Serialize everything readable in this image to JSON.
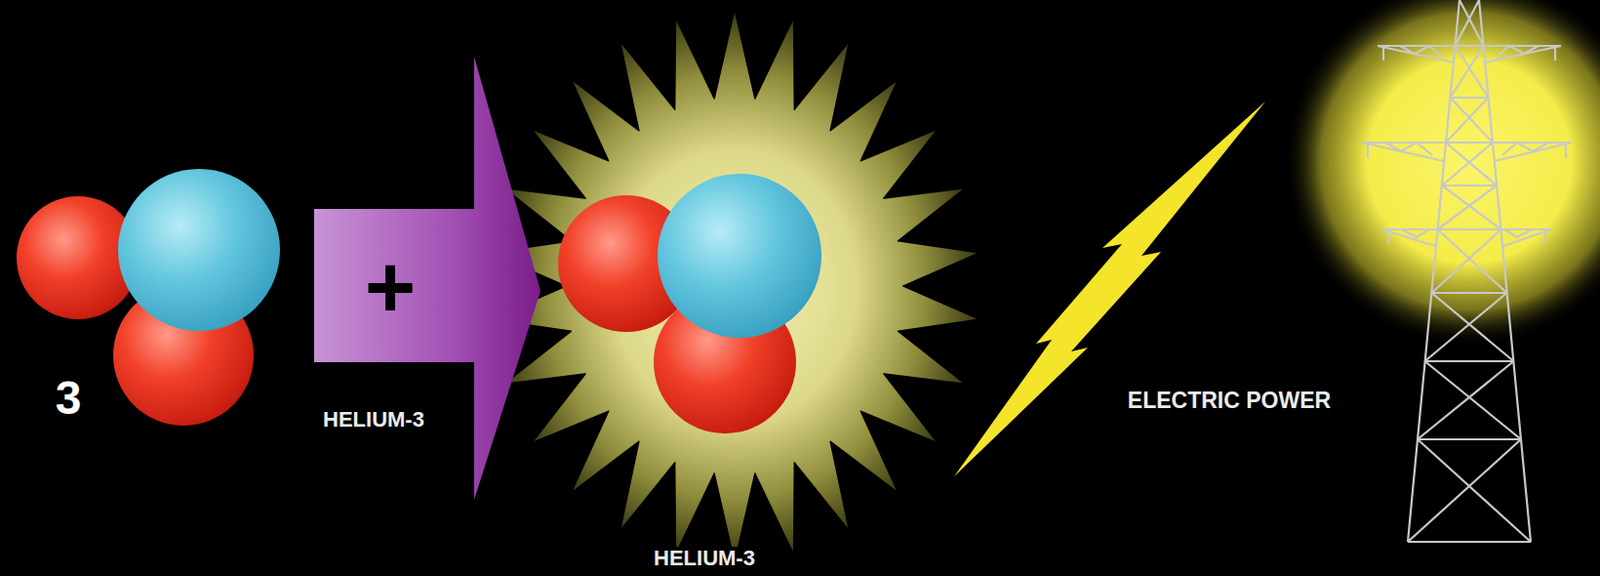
{
  "diagram": {
    "labels": [
      "3",
      "+",
      "HELIUM-3",
      "HELIUM-3",
      "ELECTRIC POWER"
    ]
  }
}
